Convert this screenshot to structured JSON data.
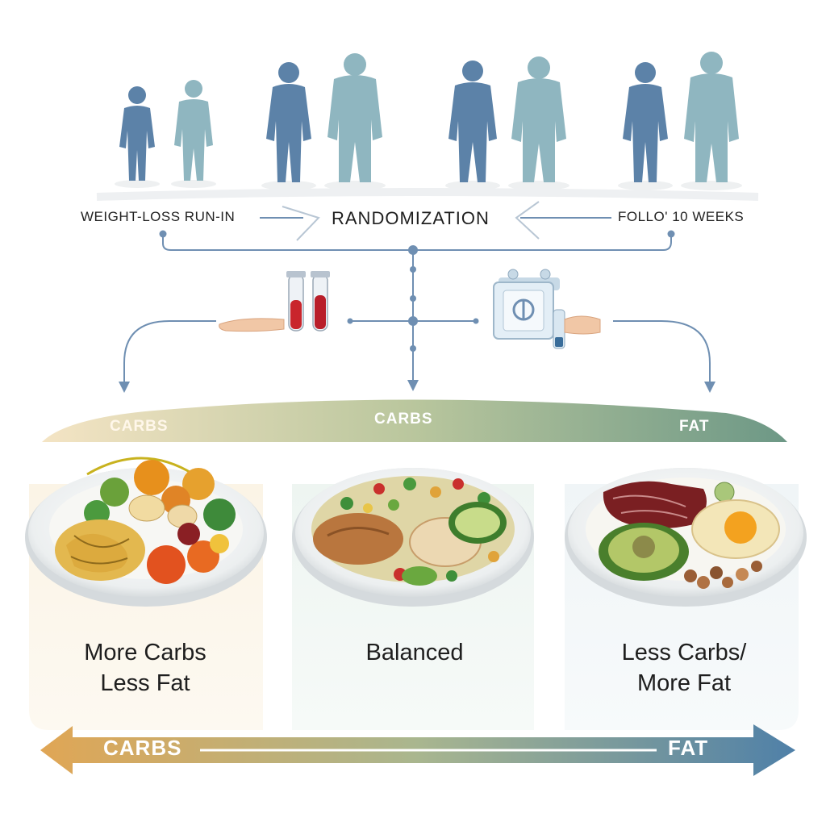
{
  "timeline": {
    "run_in_label": "WEIGHT-LOSS  RUN-IN",
    "randomization_label": "RANDOMIZATION",
    "follow_label": "FOLLO' 10 WEEKS"
  },
  "diet_band": {
    "left_label": "CARBS",
    "center_label": "CARBS",
    "right_label": "FAT"
  },
  "diet_groups": [
    {
      "line1": "More  Carbs",
      "line2": "Less Fat"
    },
    {
      "line1": "Balanced",
      "line2": ""
    },
    {
      "line1": "Less Carbs/",
      "line2": "More Fat"
    }
  ],
  "spectrum_arrow": {
    "left_label": "CARBS",
    "right_label": "FAT"
  },
  "colors": {
    "figure_dark": "#5a7fa6",
    "figure_light": "#8fb5bf",
    "line_blue": "#6f8fb2",
    "carbs_gold": "#e1ad5c",
    "fat_blue": "#5585a8",
    "band_green": "#8aaa86"
  }
}
